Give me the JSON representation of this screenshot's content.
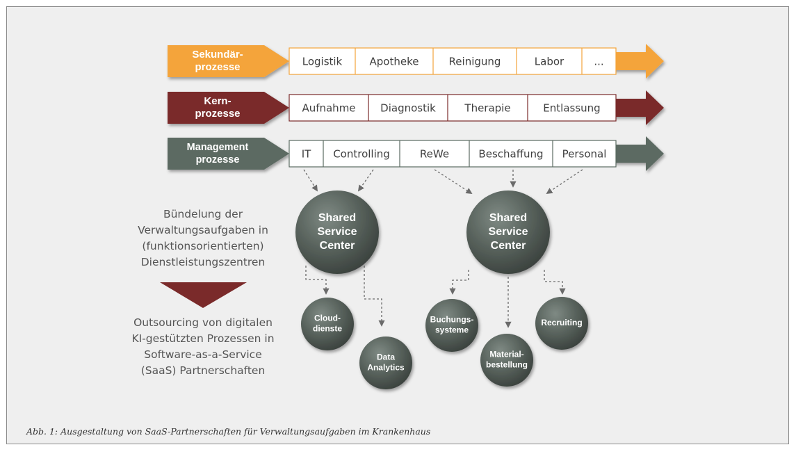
{
  "bands": [
    {
      "id": "sekundaer",
      "label_lines": [
        "Sekundär-",
        "prozesse"
      ],
      "color": "#f4a43a",
      "border_color": "#f4a43a",
      "cells": [
        "Logistik",
        "Apotheke",
        "Reinigung",
        "Labor",
        "..."
      ]
    },
    {
      "id": "kern",
      "label_lines": [
        "Kern-",
        "prozesse"
      ],
      "color": "#7a2a2a",
      "border_color": "#7a2a2a",
      "cells": [
        "Aufnahme",
        "Diagnostik",
        "Therapie",
        "Entlassung"
      ]
    },
    {
      "id": "management",
      "label_lines": [
        "Management",
        "prozesse"
      ],
      "color": "#5b6b62",
      "border_color": "#5b6b62",
      "cells": [
        "IT",
        "Controlling",
        "ReWe",
        "Beschaffung",
        "Personal"
      ]
    }
  ],
  "centers": [
    {
      "id": "ssc-left",
      "label_lines": [
        "Shared",
        "Service",
        "Center"
      ]
    },
    {
      "id": "ssc-right",
      "label_lines": [
        "Shared",
        "Service",
        "Center"
      ]
    }
  ],
  "services": [
    {
      "id": "clouddienste",
      "label_lines": [
        "Cloud-",
        "dienste"
      ]
    },
    {
      "id": "data-analytics",
      "label_lines": [
        "Data",
        "Analytics"
      ]
    },
    {
      "id": "buchungssysteme",
      "label_lines": [
        "Buchungs-",
        "systeme"
      ]
    },
    {
      "id": "materialbestellung",
      "label_lines": [
        "Material-",
        "bestellung"
      ]
    },
    {
      "id": "recruiting",
      "label_lines": [
        "Recruiting"
      ]
    }
  ],
  "side_top_lines": [
    "Bündelung der",
    "Verwaltungsaufgaben in",
    "(funktionsorientierten)",
    "Dienstleistungszentren"
  ],
  "side_bottom_lines": [
    "Outsourcing von digitalen",
    "KI-gestützten Prozessen in",
    "Software-as-a-Service",
    "(SaaS) Partnerschaften"
  ],
  "caption": "Abb. 1: Ausgestaltung von SaaS-Partnerschaften für Verwaltungsaufgaben im Krankenhaus",
  "colors": {
    "circle": "#58625c",
    "triangle": "#7a2a2a",
    "arrow": "#6a6a6a",
    "background": "#efefef"
  }
}
